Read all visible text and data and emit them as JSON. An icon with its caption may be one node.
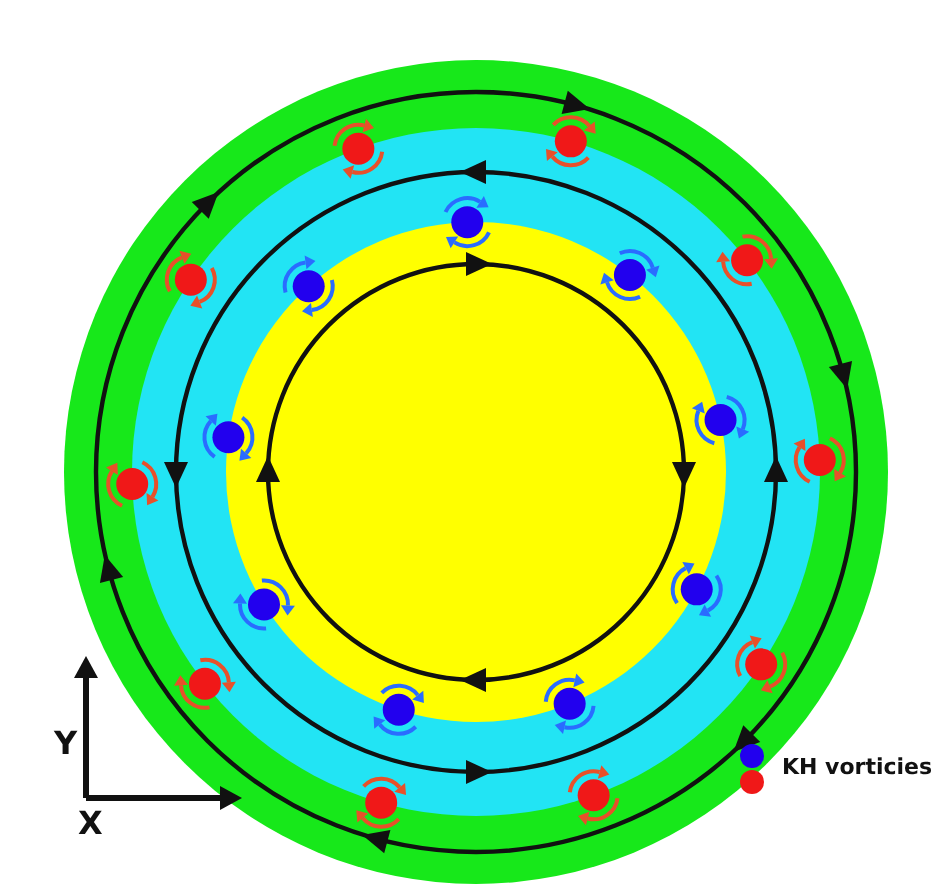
{
  "diagram": {
    "labels": [
      "Y",
      "X"
    ],
    "legend": [
      {
        "text": "KH vorticies"
      }
    ]
  }
}
